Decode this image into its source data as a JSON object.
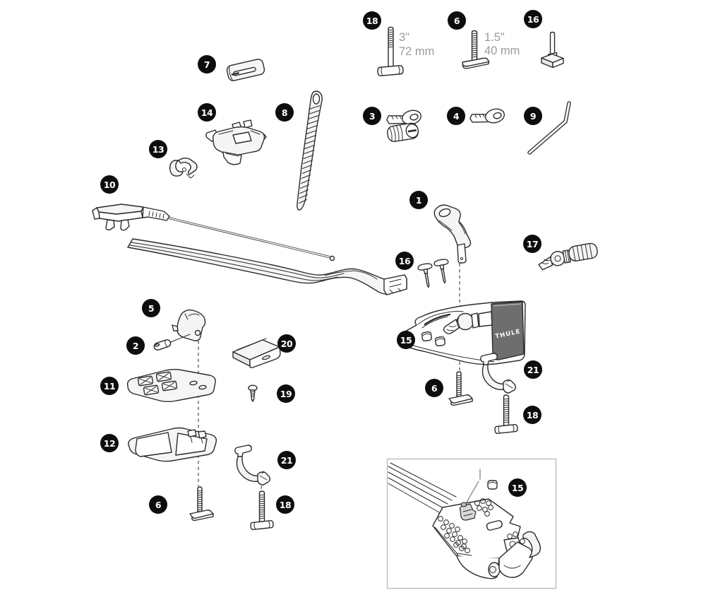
{
  "brand_label": "THULE",
  "dimensions": {
    "bolt18": {
      "inches": "3\"",
      "metric": "72 mm"
    },
    "bolt6": {
      "inches": "1.5\"",
      "metric": "40 mm"
    }
  },
  "callouts": [
    {
      "number": "18",
      "item": "t-bolt-long-3in"
    },
    {
      "number": "6",
      "item": "t-bolt-short-1-5in"
    },
    {
      "number": "16",
      "item": "t-slot-adapter"
    },
    {
      "number": "7",
      "item": "end-cap-sleeve"
    },
    {
      "number": "14",
      "item": "frame-bracket"
    },
    {
      "number": "8",
      "item": "wheel-strap"
    },
    {
      "number": "3",
      "item": "lock-cylinder-with-key"
    },
    {
      "number": "4",
      "item": "key"
    },
    {
      "number": "9",
      "item": "hex-wrench"
    },
    {
      "number": "13",
      "item": "clip"
    },
    {
      "number": "10",
      "item": "wheel-holder-rod"
    },
    {
      "number": "1",
      "item": "clamp-lever"
    },
    {
      "number": "17",
      "item": "adjuster-knob"
    },
    {
      "number": "16",
      "item": "t-bolt-pair"
    },
    {
      "number": "5",
      "item": "hook"
    },
    {
      "number": "2",
      "item": "pin"
    },
    {
      "number": "20",
      "item": "wedge-block"
    },
    {
      "number": "11",
      "item": "adapter-plate"
    },
    {
      "number": "19",
      "item": "screw"
    },
    {
      "number": "12",
      "item": "frame-plate"
    },
    {
      "number": "21",
      "item": "round-bar-clamp-left"
    },
    {
      "number": "6",
      "item": "t-bolt-short-left"
    },
    {
      "number": "18",
      "item": "t-bolt-long-left"
    },
    {
      "number": "15",
      "item": "square-nuts"
    },
    {
      "number": "6",
      "item": "t-bolt-short-right"
    },
    {
      "number": "21",
      "item": "round-bar-clamp-right"
    },
    {
      "number": "18",
      "item": "t-bolt-long-right"
    },
    {
      "number": "15",
      "item": "square-nut-inset"
    }
  ],
  "colors": {
    "badge_bg": "#0d0d0d",
    "badge_text": "#ffffff",
    "line_art": "#2b2b2b",
    "dim_text": "#9b9b9b",
    "logo_panel": "#6e6e6e",
    "inset_border": "#b3b3b3"
  }
}
